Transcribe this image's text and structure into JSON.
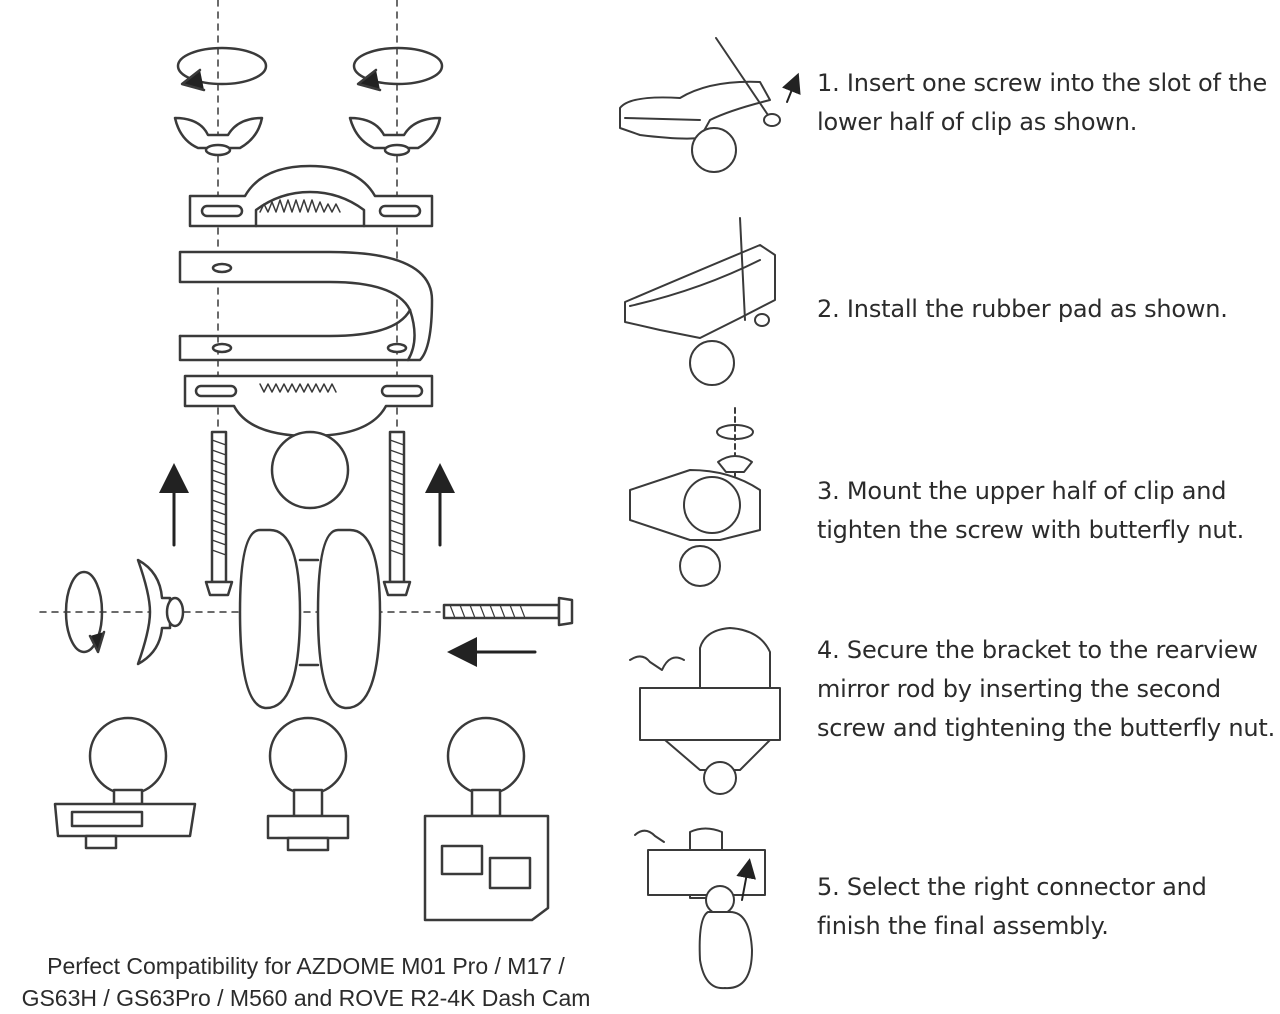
{
  "steps": [
    {
      "lines": [
        "1. Insert one screw into the slot of the",
        "lower half of clip as shown."
      ]
    },
    {
      "lines": [
        "2. Install the rubber pad as shown."
      ]
    },
    {
      "lines": [
        "3. Mount the upper half of clip and",
        "tighten the screw with butterfly nut."
      ]
    },
    {
      "lines": [
        "4. Secure the bracket to the rearview",
        "mirror rod by inserting the second",
        "screw and tightening the butterfly nut."
      ]
    },
    {
      "lines": [
        "5. Select the right connector and",
        "finish the final assembly."
      ]
    }
  ],
  "caption": {
    "line1": "Perfect Compatibility for AZDOME M01 Pro / M17 /",
    "line2": "GS63H / GS63Pro / M560 and ROVE R2-4K Dash Cam"
  },
  "colors": {
    "stroke": "#3a3a3a",
    "fill": "#ffffff",
    "text": "#2b2b2b"
  }
}
